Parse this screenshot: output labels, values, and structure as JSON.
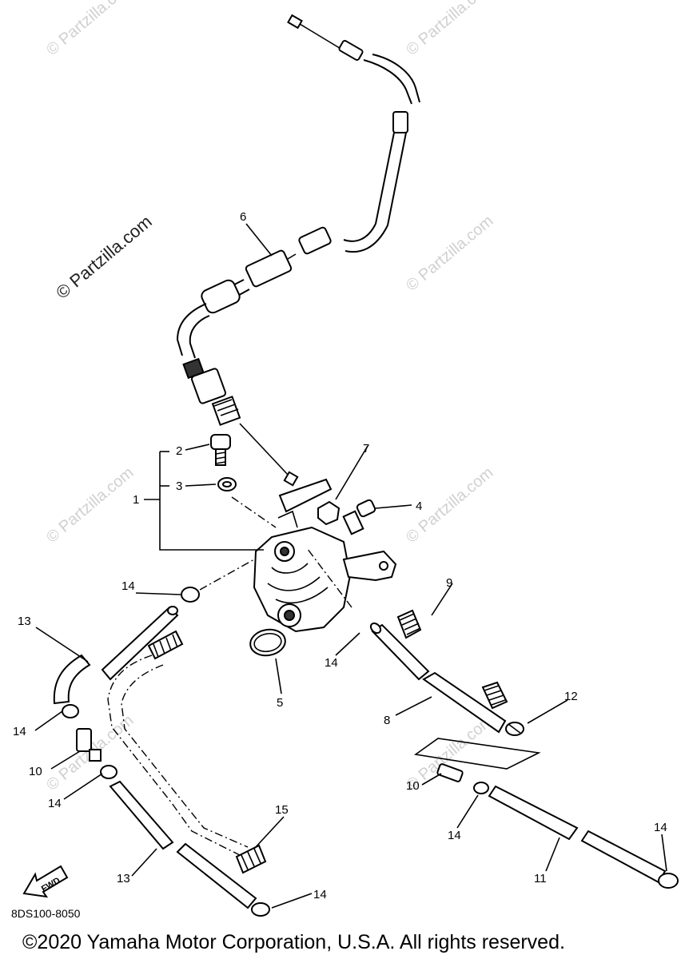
{
  "watermarks": {
    "main": "© Partzilla.com",
    "faint": "© Partzilla.com"
  },
  "callouts": {
    "c1": "1",
    "c2": "2",
    "c3": "3",
    "c4": "4",
    "c5": "5",
    "c6": "6",
    "c7": "7",
    "c8": "8",
    "c9": "9",
    "c10a": "10",
    "c10b": "10",
    "c11": "11",
    "c12": "12",
    "c13a": "13",
    "c13b": "13",
    "c14a": "14",
    "c14b": "14",
    "c14c": "14",
    "c14d": "14",
    "c14e": "14",
    "c14f": "14",
    "c14g": "14",
    "c15": "15"
  },
  "fwd_label": "FWD",
  "diagram_code": "8DS100-8050",
  "copyright": "©2020 Yamaha Motor Corporation, U.S.A. All rights reserved."
}
